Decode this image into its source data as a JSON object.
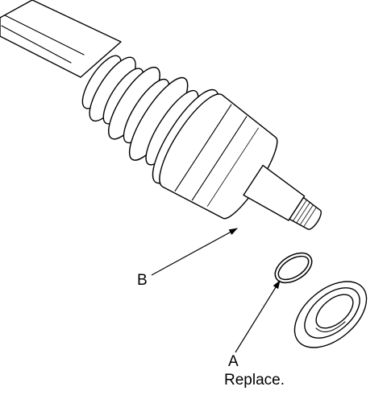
{
  "callouts": {
    "b": {
      "letter": "B"
    },
    "a": {
      "letter": "A",
      "note": "Replace."
    }
  }
}
